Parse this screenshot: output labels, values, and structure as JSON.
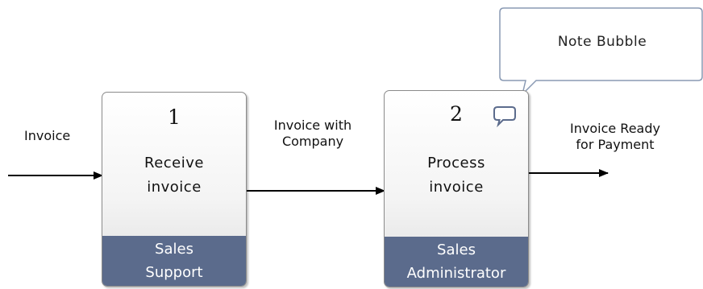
{
  "processes": [
    {
      "number": "1",
      "title": "Receive\ninvoice",
      "role": "Sales\nSupport"
    },
    {
      "number": "2",
      "title": "Process\ninvoice",
      "role": "Sales\nAdministrator"
    }
  ],
  "flows": {
    "input": "Invoice",
    "between": "Invoice with\nCompany",
    "output": "Invoice Ready\nfor Payment"
  },
  "note": {
    "text": "Note Bubble",
    "icon": "speech-bubble-icon"
  },
  "colors": {
    "role_band": "#5b6b8c",
    "box_border": "#8a8a8a",
    "note_border": "#8a9ab4",
    "arrow": "#000000"
  }
}
